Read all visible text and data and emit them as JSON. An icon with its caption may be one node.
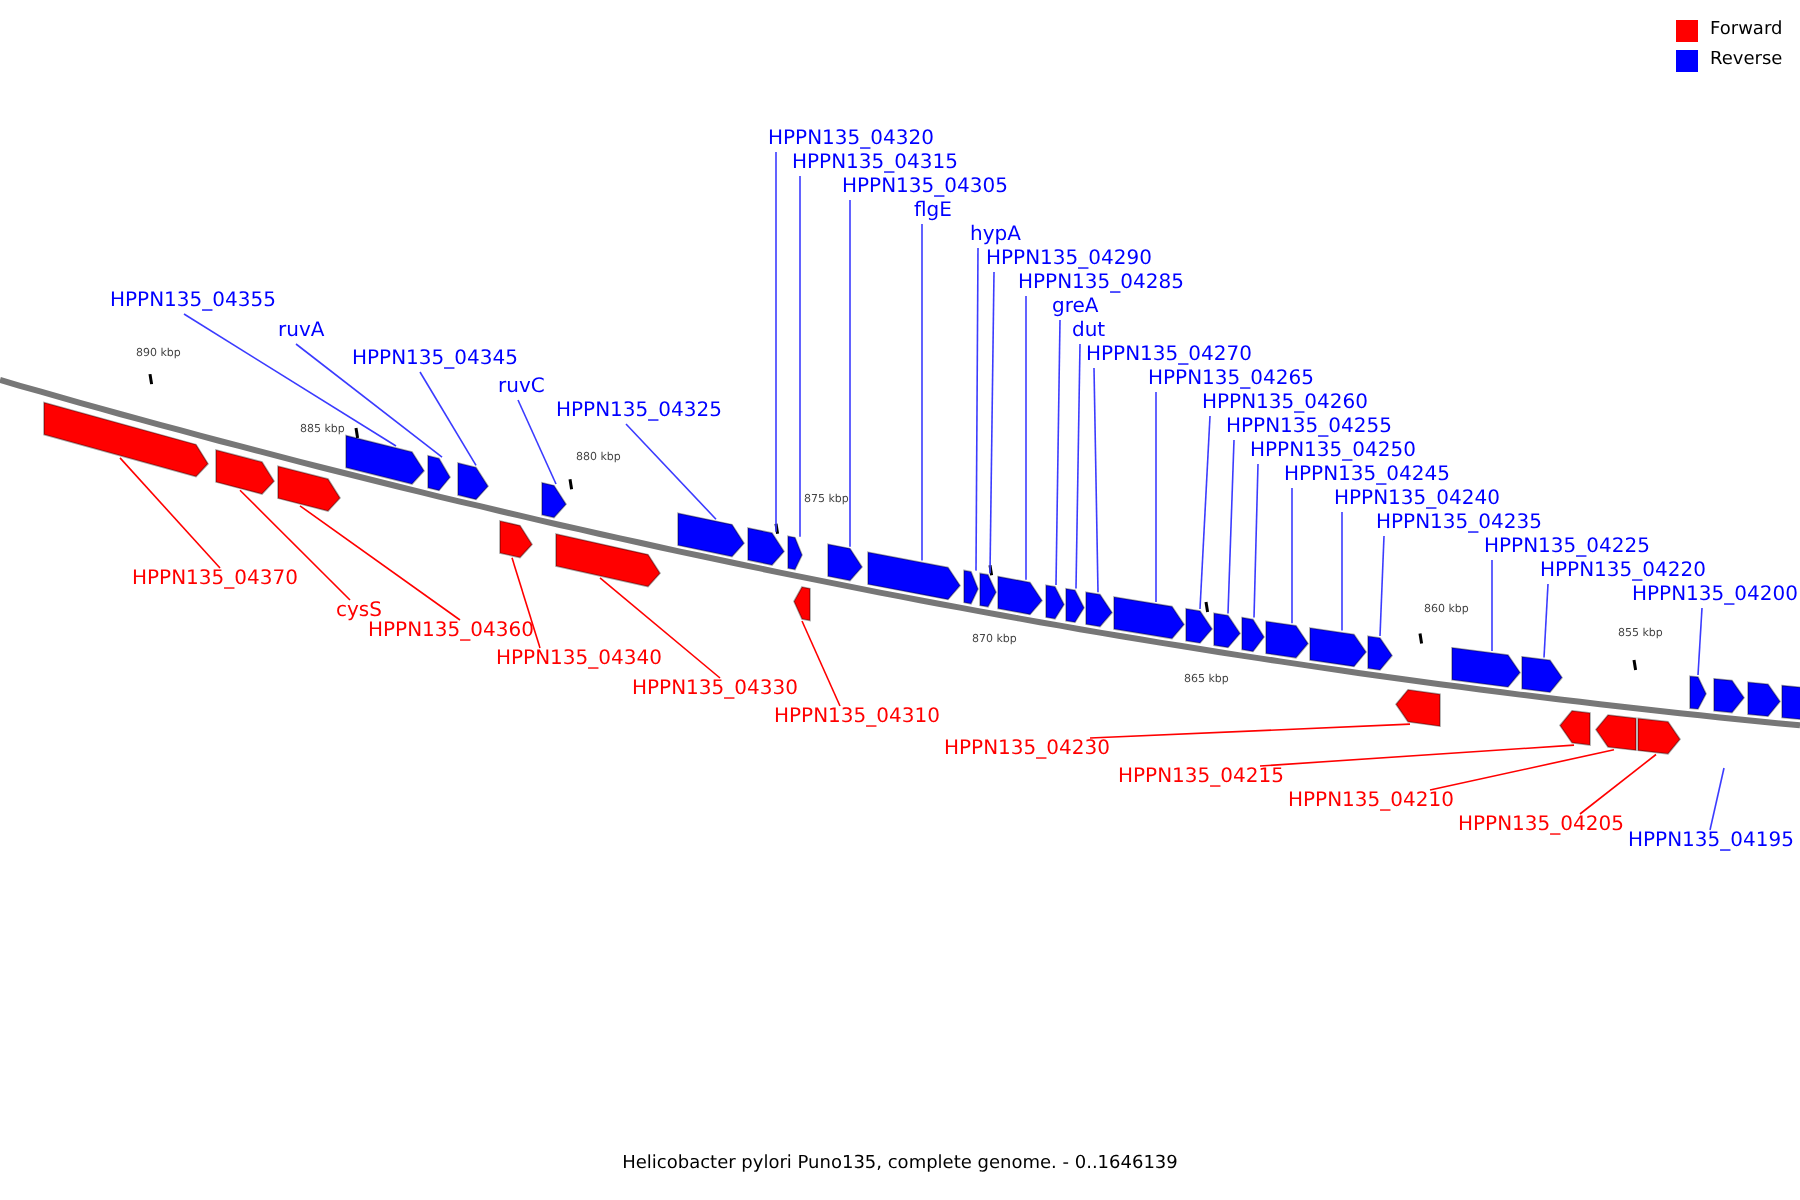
{
  "diagram": {
    "caption": "Helicobacter pylori Puno135, complete genome. - 0..1646139",
    "nodes": [
      {
        "text": [
          "HPPN135_04370"
        ]
      },
      {
        "text": [],
        "shape": "arrow"
      },
      {
        "text": [
          "cysS"
        ]
      },
      {
        "text": [],
        "shape": "arrow"
      },
      {
        "text": [
          "HPPN135_04360"
        ]
      },
      {
        "text": [],
        "shape": "arrow"
      },
      {
        "text": [
          "HPPN135_04355"
        ]
      },
      {
        "text": [],
        "shape": "arrow"
      },
      {
        "text": [
          "ruvA"
        ]
      },
      {
        "text": [],
        "shape": "arrow"
      },
      {
        "text": [
          "HPPN135_04345"
        ]
      },
      {
        "text": [],
        "shape": "arrow"
      },
      {
        "text": [
          "HPPN135_04340"
        ]
      },
      {
        "text": [],
        "shape": "arrow"
      },
      {
        "text": [
          "ruvC"
        ]
      },
      {
        "text": [],
        "shape": "arrow"
      },
      {
        "text": [
          "HPPN135_04330"
        ]
      },
      {
        "text": [],
        "shape": "arrow"
      },
      {
        "text": [
          "HPPN135_04325"
        ]
      },
      {
        "text": [],
        "shape": "arrow"
      },
      {
        "text": [
          "HPPN135_04320"
        ]
      },
      {
        "text": [],
        "shape": "arrow"
      },
      {
        "text": [
          "HPPN135_04315"
        ]
      },
      {
        "text": [],
        "shape": "arrow"
      },
      {
        "text": [
          "HPPN135_04310"
        ]
      },
      {
        "text": [],
        "shape": "arrow"
      },
      {
        "text": [
          "HPPN135_04305"
        ]
      },
      {
        "text": [],
        "shape": "arrow"
      },
      {
        "text": [
          "flgE"
        ]
      },
      {
        "text": [],
        "shape": "arrow"
      },
      {
        "text": [
          "hypA"
        ]
      },
      {
        "text": [],
        "shape": "arrow"
      },
      {
        "text": [
          "HPPN135_04290"
        ]
      },
      {
        "text": [],
        "shape": "arrow"
      },
      {
        "text": [
          "HPPN135_04285"
        ]
      },
      {
        "text": [],
        "shape": "arrow"
      },
      {
        "text": [
          "greA"
        ]
      },
      {
        "text": [],
        "shape": "arrow"
      },
      {
        "text": [
          "dut"
        ]
      },
      {
        "text": [],
        "shape": "arrow"
      },
      {
        "text": [
          "HPPN135_04270"
        ]
      },
      {
        "text": [],
        "shape": "arrow"
      },
      {
        "text": [
          "HPPN135_04265"
        ]
      },
      {
        "text": [],
        "shape": "arrow"
      },
      {
        "text": [
          "HPPN135_04260"
        ]
      },
      {
        "text": [],
        "shape": "arrow"
      },
      {
        "text": [
          "HPPN135_04255"
        ]
      },
      {
        "text": [],
        "shape": "arrow"
      },
      {
        "text": [
          "HPPN135_04250"
        ]
      },
      {
        "text": [],
        "shape": "arrow"
      },
      {
        "text": [
          "HPPN135_04245"
        ]
      },
      {
        "text": [],
        "shape": "arrow"
      },
      {
        "text": [
          "HPPN135_04240"
        ]
      },
      {
        "text": [],
        "shape": "arrow"
      },
      {
        "text": [
          "HPPN135_04235"
        ]
      },
      {
        "text": [],
        "shape": "arrow"
      },
      {
        "text": [
          "HPPN135_04230"
        ]
      },
      {
        "text": [],
        "shape": "arrow"
      },
      {
        "text": [
          "HPPN135_04225"
        ]
      },
      {
        "text": [],
        "shape": "arrow"
      },
      {
        "text": [
          "HPPN135_04220"
        ]
      },
      {
        "text": [],
        "shape": "arrow"
      },
      {
        "text": [
          "HPPN135_04215"
        ]
      },
      {
        "text": [],
        "shape": "arrow"
      },
      {
        "text": [
          "HPPN135_04210"
        ]
      },
      {
        "text": [],
        "shape": "arrow"
      },
      {
        "text": [
          "HPPN135_04205"
        ]
      },
      {
        "text": [],
        "shape": "arrow"
      },
      {
        "text": [
          "HPPN135_04200"
        ]
      },
      {
        "text": [],
        "shape": "arrow"
      },
      {
        "text": [
          "HPPN135_04195"
        ]
      },
      {
        "text": [],
        "shape": "arrow"
      },
      {
        "text": [],
        "shape": "arrow"
      },
      {
        "text": [],
        "shape": "arrow"
      }
    ],
    "edges": [
      {
        "from": 0,
        "to": 1,
        "arrow": "none",
        "color": "#ff0000"
      },
      {
        "from": 2,
        "to": 3,
        "arrow": "none",
        "color": "#ff0000"
      },
      {
        "from": 4,
        "to": 5,
        "arrow": "none",
        "color": "#ff0000"
      },
      {
        "from": 6,
        "to": 7,
        "arrow": "none"
      },
      {
        "from": 8,
        "to": 9,
        "arrow": "none"
      },
      {
        "from": 10,
        "to": 11,
        "arrow": "none"
      },
      {
        "from": 12,
        "to": 13,
        "arrow": "none",
        "color": "#ff0000"
      },
      {
        "from": 14,
        "to": 15,
        "arrow": "none"
      },
      {
        "from": 16,
        "to": 17,
        "arrow": "none",
        "color": "#ff0000"
      },
      {
        "from": 18,
        "to": 19,
        "arrow": "none"
      },
      {
        "from": 20,
        "to": 21,
        "arrow": "none"
      },
      {
        "from": 22,
        "to": 23,
        "arrow": "none"
      },
      {
        "from": 24,
        "to": 25,
        "arrow": "none",
        "color": "#ff0000"
      },
      {
        "from": 26,
        "to": 27,
        "arrow": "none"
      },
      {
        "from": 28,
        "to": 29,
        "arrow": "none"
      },
      {
        "from": 30,
        "to": 31,
        "arrow": "none"
      },
      {
        "from": 32,
        "to": 33,
        "arrow": "none"
      },
      {
        "from": 34,
        "to": 35,
        "arrow": "none"
      },
      {
        "from": 36,
        "to": 37,
        "arrow": "none"
      },
      {
        "from": 38,
        "to": 39,
        "arrow": "none"
      },
      {
        "from": 40,
        "to": 41,
        "arrow": "none"
      },
      {
        "from": 42,
        "to": 43,
        "arrow": "none"
      },
      {
        "from": 44,
        "to": 45,
        "arrow": "none"
      },
      {
        "from": 46,
        "to": 47,
        "arrow": "none"
      },
      {
        "from": 48,
        "to": 49,
        "arrow": "none"
      },
      {
        "from": 50,
        "to": 51,
        "arrow": "none"
      },
      {
        "from": 52,
        "to": 53,
        "arrow": "none"
      },
      {
        "from": 54,
        "to": 55,
        "arrow": "none"
      },
      {
        "from": 56,
        "to": 57,
        "arrow": "none",
        "color": "#ff0000"
      },
      {
        "from": 58,
        "to": 59,
        "arrow": "none"
      },
      {
        "from": 60,
        "to": 61,
        "arrow": "none"
      },
      {
        "from": 62,
        "to": 63,
        "arrow": "none",
        "color": "#ff0000"
      },
      {
        "from": 64,
        "to": 65,
        "arrow": "none",
        "color": "#ff0000"
      },
      {
        "from": 66,
        "to": 67,
        "arrow": "none",
        "color": "#ff0000"
      },
      {
        "from": 68,
        "to": 69,
        "arrow": "none"
      },
      {
        "from": 70,
        "to": null,
        "arrow": "none"
      }
    ],
    "labels": [
      "890 kbp",
      "885 kbp",
      "880 kbp",
      "875 kbp",
      "870 kbp",
      "865 kbp",
      "860 kbp",
      "855 kbp"
    ],
    "legend": [
      {
        "text": "Forward",
        "color": "#ff0000"
      },
      {
        "text": "Reverse",
        "color": "#0000ff"
      }
    ]
  }
}
